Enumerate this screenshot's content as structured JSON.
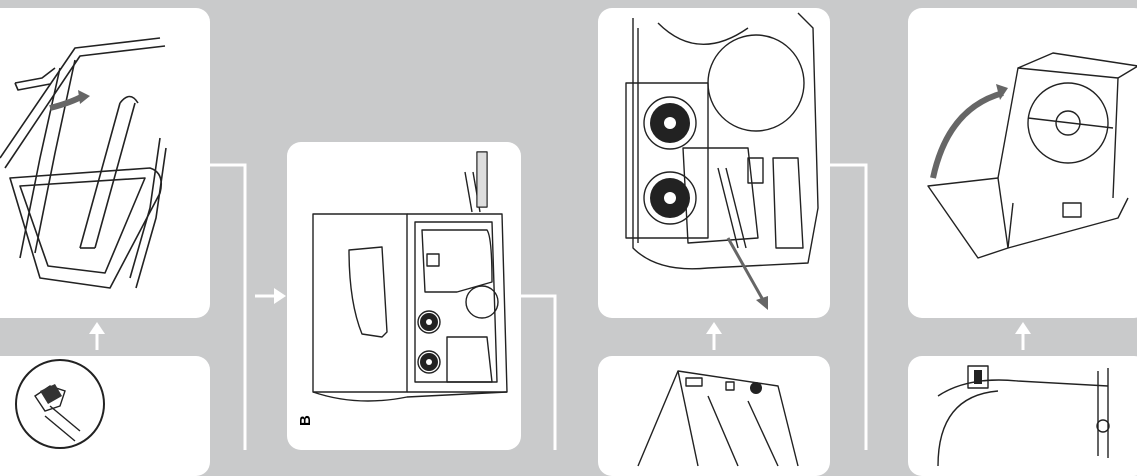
{
  "diagram": {
    "background_color": "#c9cacb",
    "card_color": "#ffffff",
    "connector_color": "#ffffff",
    "stroke_color": "#222222",
    "arrow_accent_color": "#666666",
    "step_label": "B"
  },
  "panels": [
    {
      "name": "hinged-cover-open-panel",
      "icon": "printer-cover-detail-illustration"
    },
    {
      "name": "lock-detail-circle-panel",
      "icon": "magnifier-circle-illustration"
    },
    {
      "name": "printer-side-view-panel",
      "icon": "printer-mechanism-side-illustration"
    },
    {
      "name": "ribbon-path-panel",
      "icon": "ribbon-spool-illustration"
    },
    {
      "name": "printer-back-panel",
      "icon": "printer-rear-illustration"
    },
    {
      "name": "cover-lift-panel",
      "icon": "cover-rotation-illustration"
    },
    {
      "name": "roll-holder-panel",
      "icon": "label-roll-illustration"
    }
  ]
}
